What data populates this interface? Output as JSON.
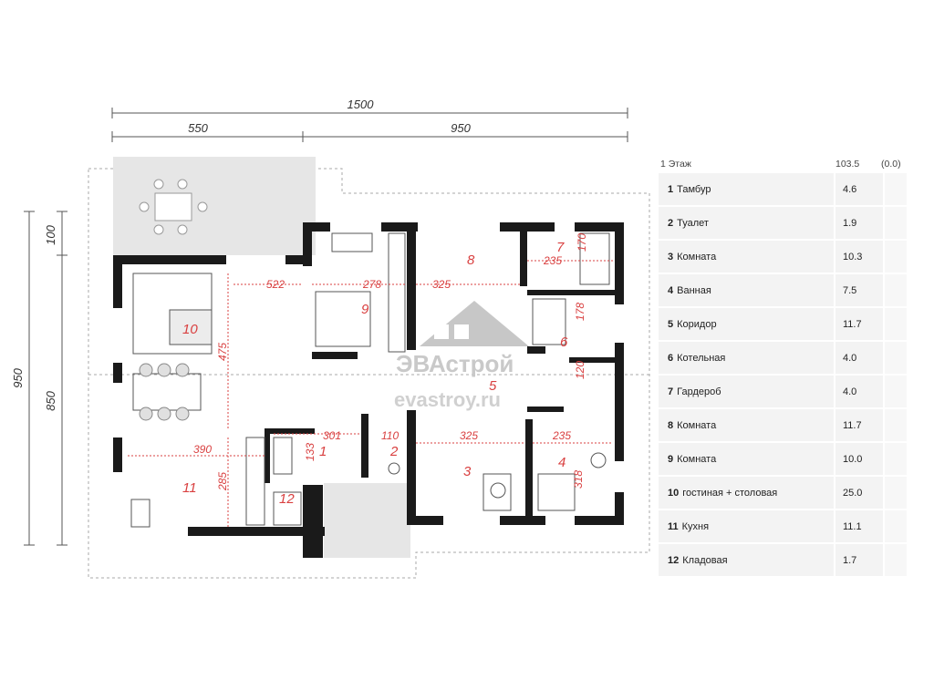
{
  "dimensions": {
    "total_width": "1500",
    "left_width": "550",
    "right_width": "950",
    "total_height": "950",
    "top_offset": "100",
    "main_height": "850"
  },
  "room_dimensions": [
    "522",
    "278",
    "325",
    "235",
    "170",
    "178",
    "120",
    "475",
    "390",
    "285",
    "301",
    "110",
    "133",
    "325",
    "235",
    "318"
  ],
  "watermark": {
    "brand": "ЭВАстрой",
    "site": "evastroy.ru"
  },
  "legend": {
    "floor_label": "1 Этаж",
    "total_area": "103.5",
    "total_extra": "(0.0)",
    "rooms": [
      {
        "num": "1",
        "name": "Тамбур",
        "area": "4.6"
      },
      {
        "num": "2",
        "name": "Туалет",
        "area": "1.9"
      },
      {
        "num": "3",
        "name": "Комната",
        "area": "10.3"
      },
      {
        "num": "4",
        "name": "Ванная",
        "area": "7.5"
      },
      {
        "num": "5",
        "name": "Коридор",
        "area": "11.7"
      },
      {
        "num": "6",
        "name": "Котельная",
        "area": "4.0"
      },
      {
        "num": "7",
        "name": "Гардероб",
        "area": "4.0"
      },
      {
        "num": "8",
        "name": "Комната",
        "area": "11.7"
      },
      {
        "num": "9",
        "name": "Комната",
        "area": "10.0"
      },
      {
        "num": "10",
        "name": "гостиная + столовая",
        "area": "25.0"
      },
      {
        "num": "11",
        "name": "Кухня",
        "area": "11.1"
      },
      {
        "num": "12",
        "name": "Кладовая",
        "area": "1.7"
      }
    ]
  },
  "colors": {
    "wall": "#1a1a1a",
    "label": "#d94040",
    "terrace": "#e6e6e6"
  }
}
